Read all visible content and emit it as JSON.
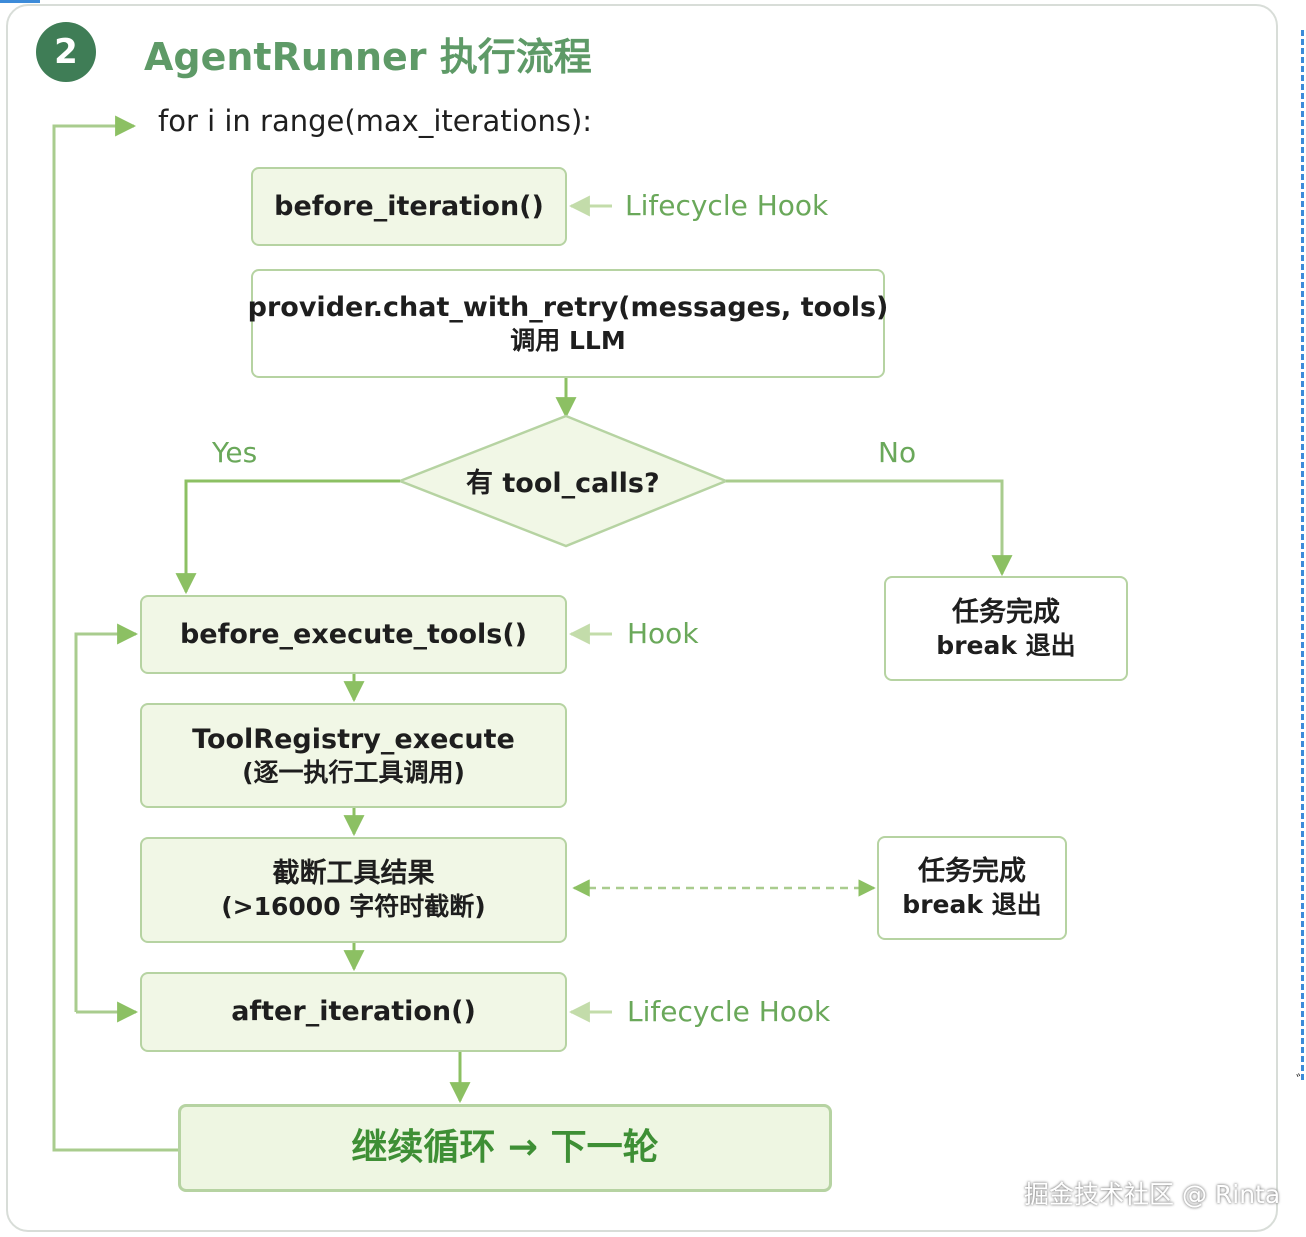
{
  "step_number": "2",
  "title": "AgentRunner 执行流程",
  "loop_header": "for i in range(max_iterations):",
  "nodes": {
    "before_iteration": "before_iteration()",
    "chat_line1": "provider.chat_with_retry(messages, tools)",
    "chat_line2": "调用 LLM",
    "decision": "有 tool_calls?",
    "before_execute_tools": "before_execute_tools()",
    "registry_line1": "ToolRegistry_execute",
    "registry_line2": "(逐一执行工具调用)",
    "truncate_line1": "截断工具结果",
    "truncate_line2": "(>16000 字符时截断)",
    "after_iteration": "after_iteration()",
    "continue_loop": "继续循环 → 下一轮",
    "done_a_line1": "任务完成",
    "done_a_line2": "break 退出",
    "done_b_line1": "任务完成",
    "done_b_line2": "break 退出"
  },
  "labels": {
    "hook_before_iteration": "Lifecycle Hook",
    "hook_before_execute": "Hook",
    "hook_after_iteration": "Lifecycle Hook",
    "yes": "Yes",
    "no": "No"
  },
  "watermark": "掘金技术社区 @ Rinta",
  "colors": {
    "accent": "#5e9a67",
    "badge": "#3f7d56",
    "box_fill": "#f1f7e6",
    "box_border": "#b6d3a2",
    "arrow": "#8cc063",
    "final_text": "#3e8f35"
  }
}
